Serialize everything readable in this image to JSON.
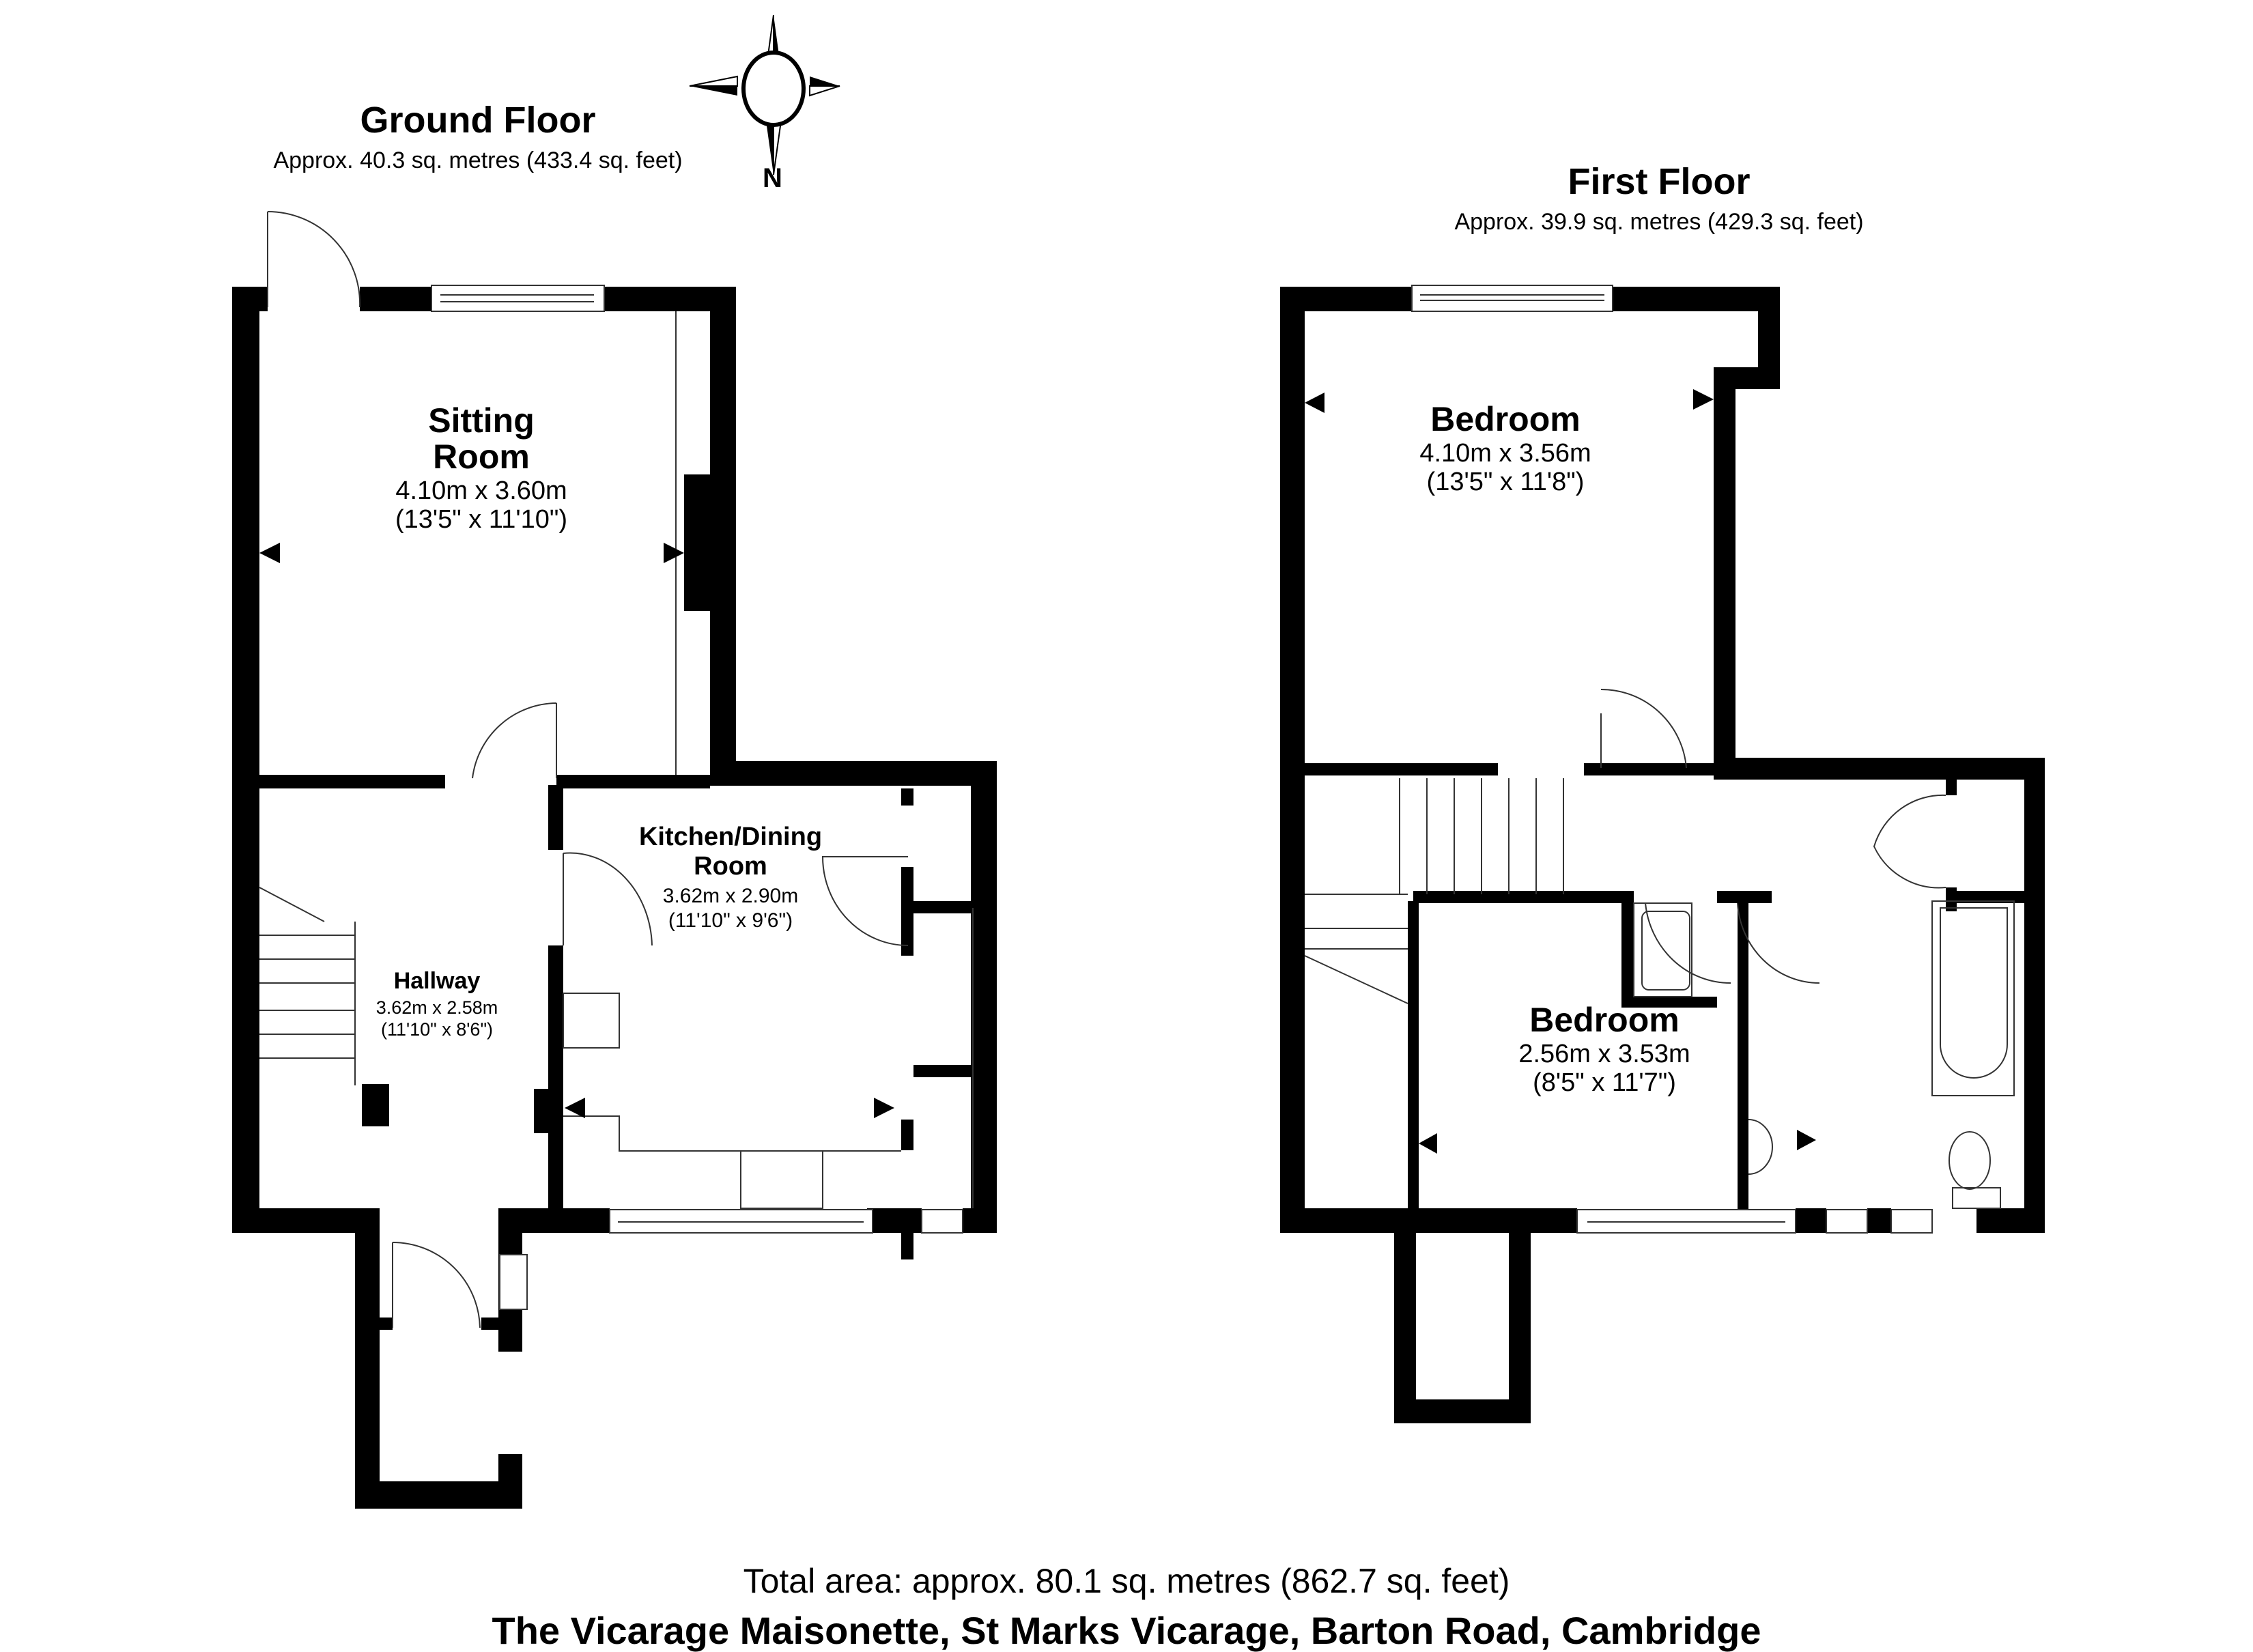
{
  "ground_floor": {
    "title": "Ground Floor",
    "area": "Approx. 40.3 sq. metres (433.4 sq. feet)",
    "rooms": [
      {
        "name_line1": "Sitting",
        "name_line2": "Room",
        "metric": "4.10m x 3.60m",
        "imperial": "(13'5\" x 11'10\")"
      },
      {
        "name_line1": "Kitchen/Dining",
        "name_line2": "Room",
        "metric": "3.62m x 2.90m",
        "imperial": "(11'10\" x 9'6\")"
      },
      {
        "name_line1": "Hallway",
        "metric": "3.62m x 2.58m",
        "imperial": "(11'10\" x 8'6\")"
      }
    ]
  },
  "first_floor": {
    "title": "First Floor",
    "area": "Approx. 39.9 sq. metres (429.3 sq. feet)",
    "rooms": [
      {
        "name_line1": "Bedroom",
        "metric": "4.10m x 3.56m",
        "imperial": "(13'5\" x 11'8\")"
      },
      {
        "name_line1": "Bedroom",
        "metric": "2.56m x 3.53m",
        "imperial": "(8'5\" x 11'7\")"
      }
    ]
  },
  "compass": {
    "label": "N",
    "icon": "compass-rose-icon"
  },
  "footer": {
    "total_area": "Total area: approx. 80.1 sq. metres (862.7 sq. feet)",
    "address": "The Vicarage Maisonette, St Marks Vicarage, Barton Road, Cambridge"
  },
  "colors": {
    "wall": "#000000",
    "background": "#ffffff",
    "fixture_line": "#555555"
  }
}
